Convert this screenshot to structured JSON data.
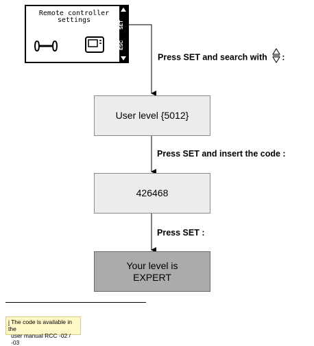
{
  "lcd": {
    "title_line1": "Remote controller",
    "title_line2": "settings",
    "set_label": "SET",
    "esc_label": "ESC",
    "icons": [
      "wrench-icon",
      "controller-device-icon"
    ]
  },
  "steps": {
    "step1_instruction": "Press SET and search with",
    "step1_suffix": ":",
    "box1": "User level {5012}",
    "step2_instruction": "Press SET and insert the code :",
    "box2": "426468",
    "step3_instruction": "Press SET :",
    "box3_line1": "Your level is",
    "box3_line2": "EXPERT"
  },
  "footnote": {
    "marker": "i",
    "line1": "The code is available in the",
    "line2": "user manual RCC -02 / -03"
  }
}
